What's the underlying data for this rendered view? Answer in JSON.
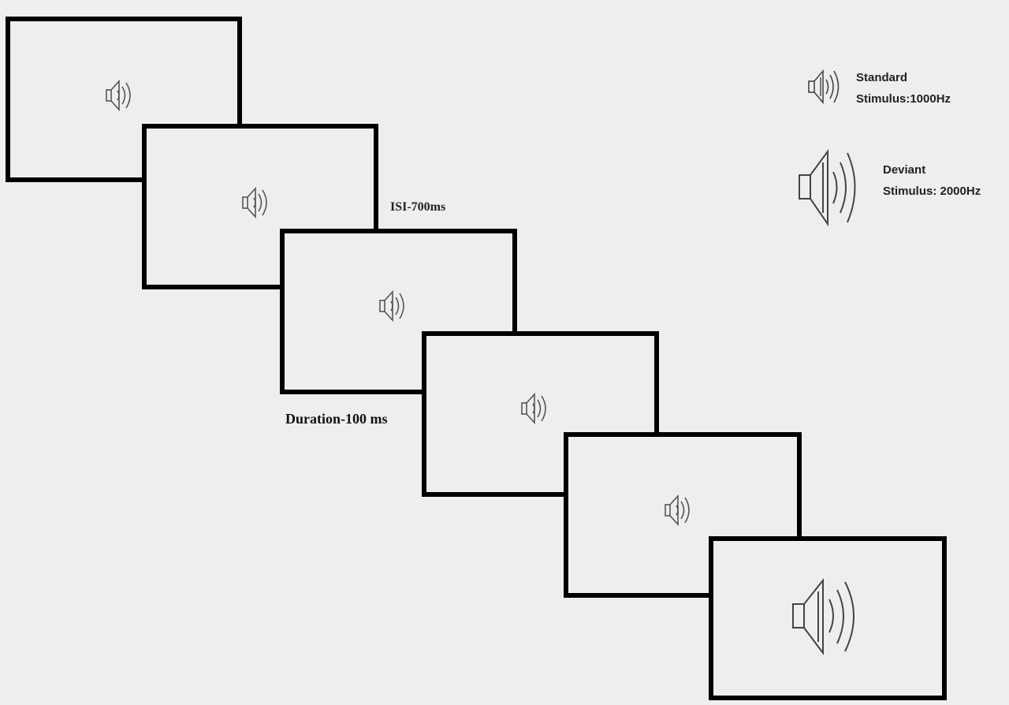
{
  "frames": [
    {
      "stimulus": "standard"
    },
    {
      "stimulus": "standard"
    },
    {
      "stimulus": "standard"
    },
    {
      "stimulus": "standard"
    },
    {
      "stimulus": "standard"
    },
    {
      "stimulus": "deviant"
    }
  ],
  "labels": {
    "isi": "ISI-700ms",
    "duration": "Duration-100 ms"
  },
  "legend": {
    "standard": {
      "line1": "Standard",
      "line2": "Stimulus:1000Hz",
      "icon": "speaker-small-icon"
    },
    "deviant": {
      "line1": "Deviant",
      "line2": "Stimulus: 2000Hz",
      "icon": "speaker-large-icon"
    }
  },
  "colors": {
    "frame": "#000000",
    "background": "#eeeeee",
    "icon": "#555555"
  }
}
